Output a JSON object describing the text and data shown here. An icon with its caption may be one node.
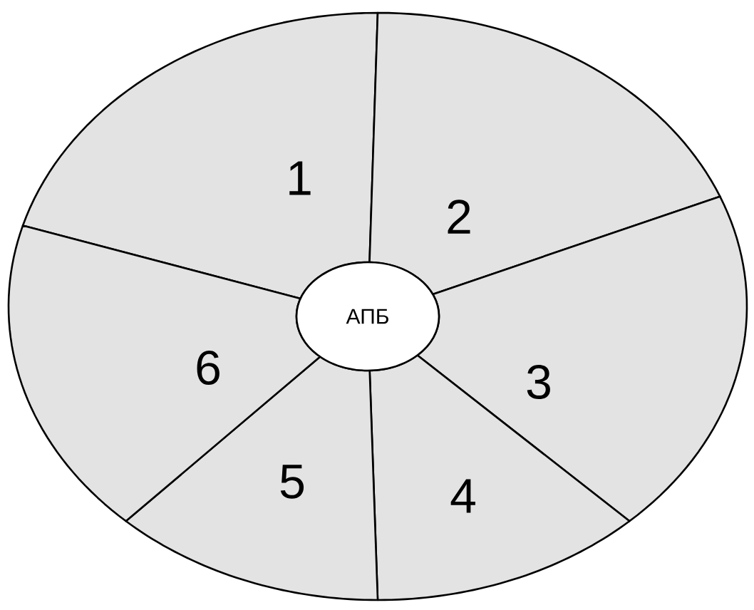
{
  "diagram": {
    "nodes": [
      {
        "text": [
          "1"
        ]
      },
      {
        "text": [
          "2"
        ]
      },
      {
        "text": [
          "3"
        ]
      },
      {
        "text": [
          "4"
        ]
      },
      {
        "text": [
          "5"
        ]
      },
      {
        "text": [
          "6"
        ]
      },
      {
        "text": [
          "АПБ"
        ]
      }
    ]
  }
}
